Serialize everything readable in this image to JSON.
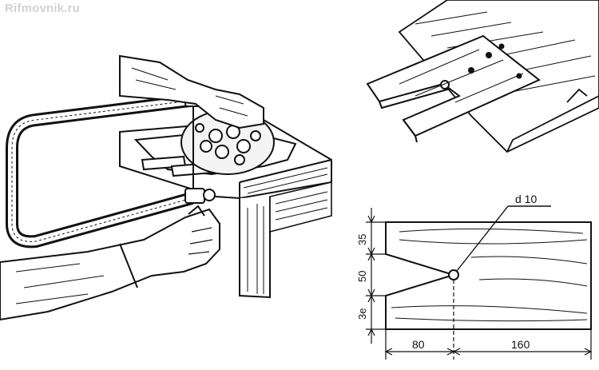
{
  "watermark": "Rifmovnik.ru",
  "drawing": {
    "hole_label": "d 10",
    "dim_top": "35",
    "dim_middle": "50",
    "dim_bottom": "3е",
    "dim_left": "80",
    "dim_right": "160"
  }
}
